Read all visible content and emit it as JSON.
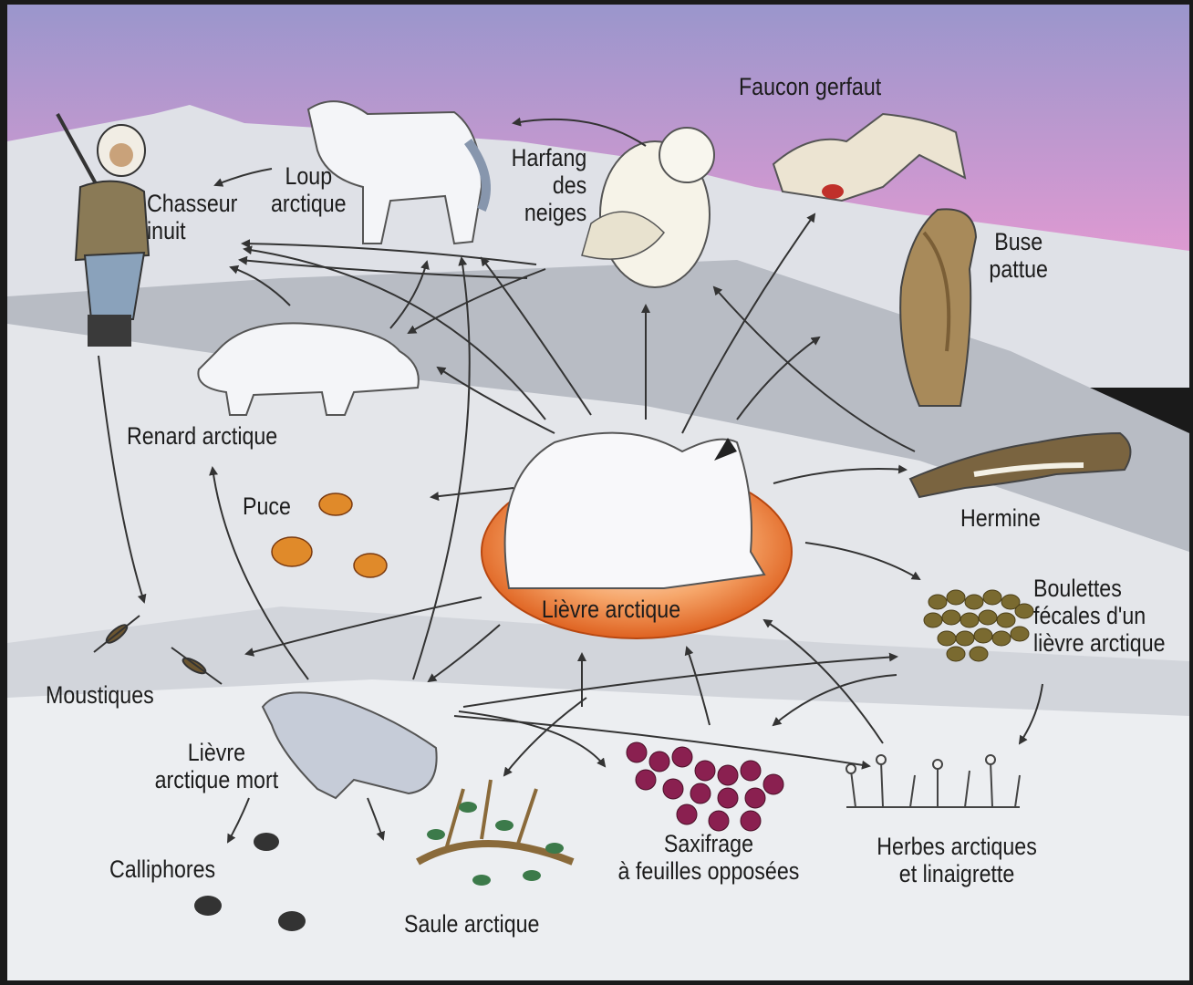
{
  "diagram": {
    "labels": {
      "chasseur": "Chasseur inuit",
      "loup_1": "Loup",
      "loup_2": "arctique",
      "harfang_1": "Harfang",
      "harfang_2": "des",
      "harfang_3": "neiges",
      "faucon": "Faucon gerfaut",
      "buse_1": "Buse",
      "buse_2": "pattue",
      "renard": "Renard arctique",
      "puce": "Puce",
      "hermine": "Hermine",
      "lievre": "Lièvre arctique",
      "boulettes_1": "Boulettes",
      "boulettes_2": "fécales d'un",
      "boulettes_3": "lièvre arctique",
      "moustiques": "Moustiques",
      "lievre_mort_1": "Lièvre",
      "lievre_mort_2": "arctique mort",
      "calliphores": "Calliphores",
      "saule": "Saule arctique",
      "saxifrage_1": "Saxifrage",
      "saxifrage_2": "à feuilles opposées",
      "herbes_1": "Herbes arctiques",
      "herbes_2": "et linaigrette"
    },
    "colors": {
      "sky_top": "#9a96cc",
      "sky_bottom": "#e59ad2",
      "snow": "#e6e8ec",
      "slope": "#b4b8c0",
      "hare_disc": "#e8621c",
      "arrow": "#333333"
    }
  }
}
